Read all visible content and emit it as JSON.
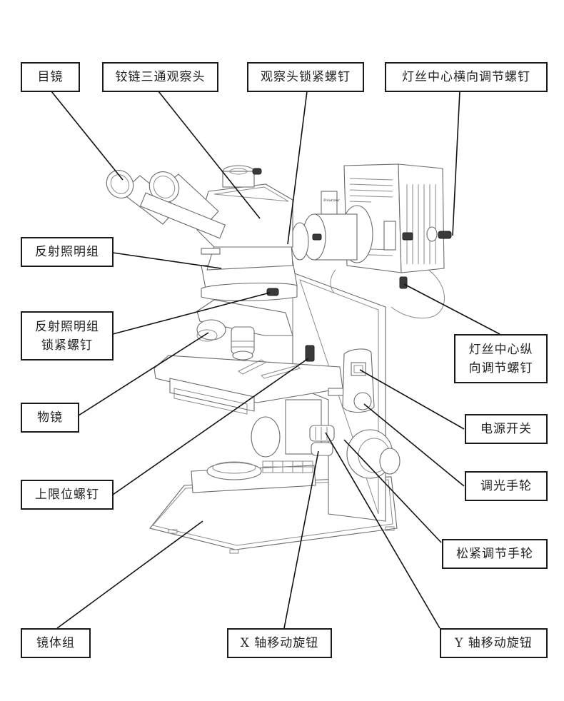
{
  "figure": {
    "subject": "Reflected-light metallurgical microscope",
    "polarizer_tag": "Polarizer"
  },
  "labels": {
    "eyepiece": "目镜",
    "hinged_trinocular_head": "铰链三通观察头",
    "head_locking_screw": "观察头锁紧螺钉",
    "filament_horizontal_screw": "灯丝中心横向调节螺钉",
    "reflected_illuminator": "反射照明组",
    "illuminator_locking_screw": "反射照明组\n锁紧螺钉",
    "filament_vertical_screw": "灯丝中心纵\n向调节螺钉",
    "objective": "物镜",
    "power_switch": "电源开关",
    "upper_limit_screw": "上限位螺钉",
    "dimmer_wheel": "调光手轮",
    "tension_wheel": "松紧调节手轮",
    "body": "镜体组",
    "x_knob": "X 轴移动旋钮",
    "y_knob": "Y 轴移动旋钮"
  }
}
